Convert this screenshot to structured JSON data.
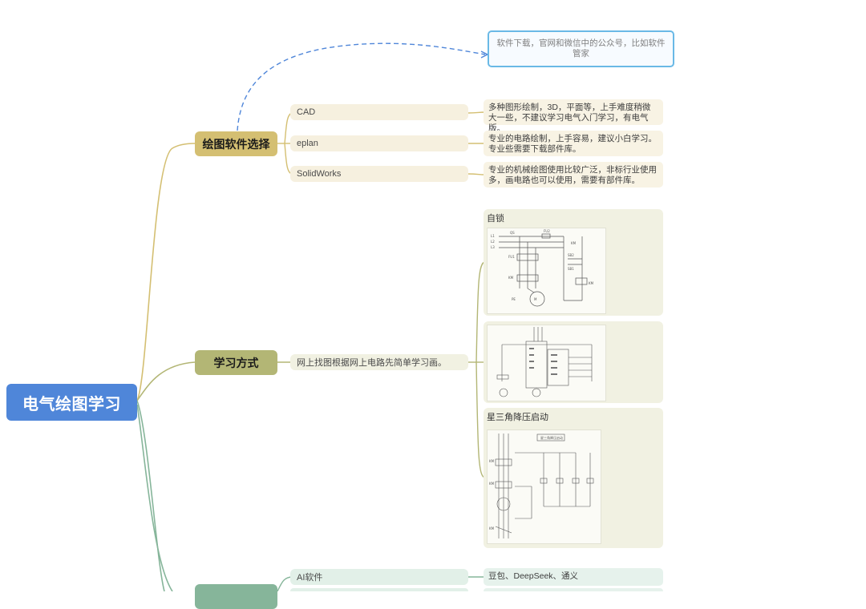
{
  "root": {
    "label": "电气绘图学习"
  },
  "callout": {
    "text": "软件下载，官网和微信中的公众号，比如软件管家"
  },
  "branches": [
    {
      "label": "绘图软件选择",
      "color": "#d4bf72",
      "leaves": [
        {
          "label": "CAD",
          "note": "多种图形绘制，3D，平面等，上手难度稍微大一些，不建议学习电气入门学习，有电气版。"
        },
        {
          "label": "eplan",
          "note": "专业的电路绘制，上手容易，建议小白学习。专业些需要下载部件库。"
        },
        {
          "label": "SolidWorks",
          "note": "专业的机械绘图使用比较广泛，非标行业使用多，画电路也可以使用，需要有部件库。"
        }
      ]
    },
    {
      "label": "学习方式",
      "color": "#b3b675",
      "leaves": [
        {
          "label": "网上找图根据网上电路先简单学习画。"
        }
      ],
      "images": [
        {
          "caption": "自锁"
        },
        {
          "caption": ""
        },
        {
          "caption": "星三角降压启动"
        }
      ]
    },
    {
      "label": "",
      "color": "#86b59a",
      "leaves": [
        {
          "label": "AI软件",
          "note": "豆包、DeepSeek、通义"
        }
      ]
    }
  ]
}
